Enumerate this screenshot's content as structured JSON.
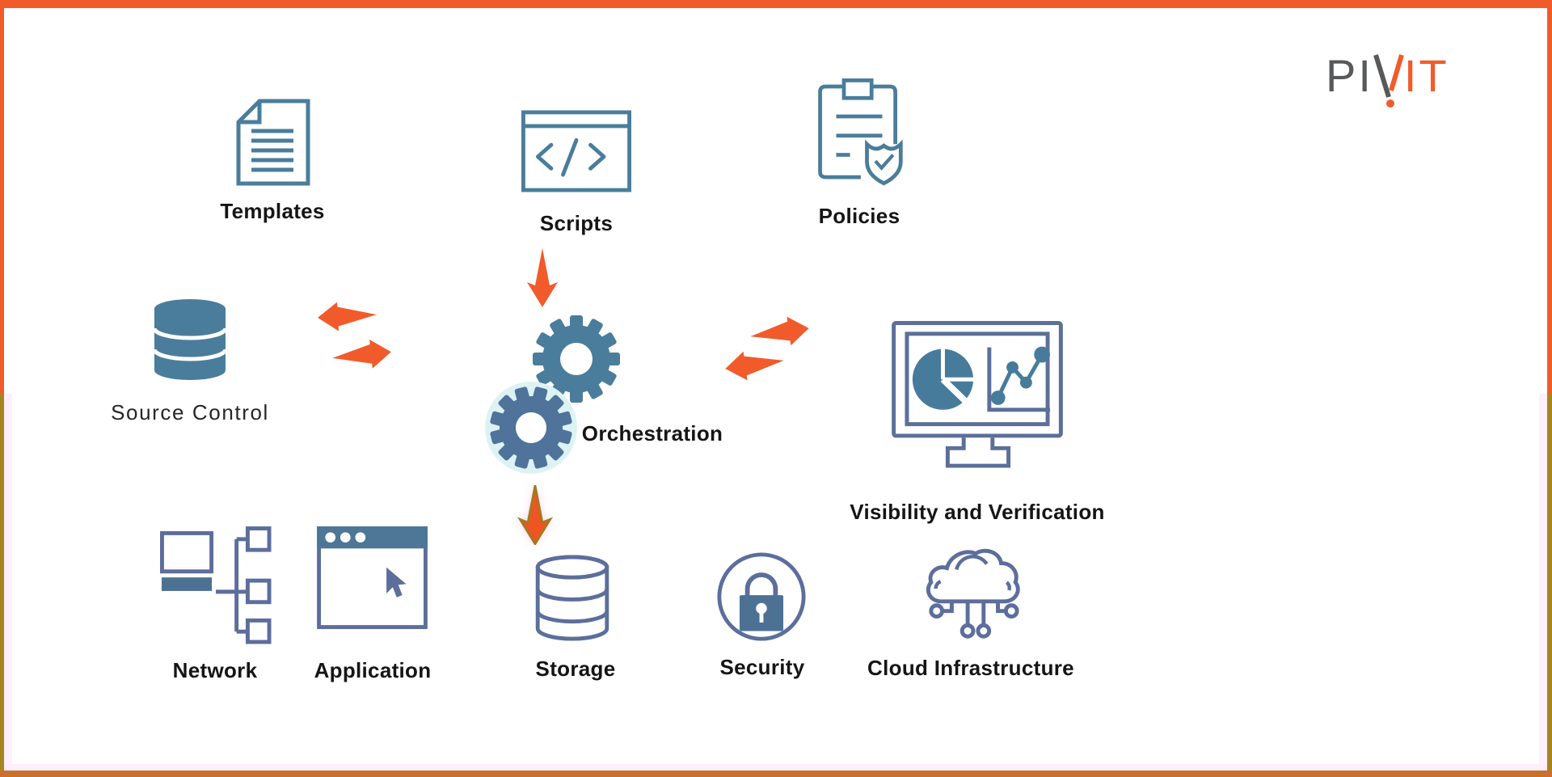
{
  "page": {
    "description": "Orchestration diagram connecting IT automation components"
  },
  "logo": {
    "name": "PIVIT",
    "part1": "PI",
    "part2": "IT",
    "gray": "#58595b",
    "orange": "#f15b2b"
  },
  "colors": {
    "frame_top": "#f15a29",
    "frame_side_lower": "#a6851f",
    "frame_bottom": "#c9702d",
    "icon_blue": "#4a7d9b",
    "icon_slate": "#5c6e9b",
    "arrow_orange": "#f15b2b",
    "label_dark": "#151515",
    "gear_halo": "#ddf3f3"
  },
  "nodes": [
    {
      "id": "templates",
      "label": "Templates",
      "icon": "document-icon"
    },
    {
      "id": "scripts",
      "label": "Scripts",
      "icon": "code-window-icon"
    },
    {
      "id": "policies",
      "label": "Policies",
      "icon": "clipboard-shield-icon"
    },
    {
      "id": "source-control",
      "label": "Source Control",
      "icon": "database-filled-icon"
    },
    {
      "id": "orchestration",
      "label": "Orchestration",
      "icon": "gears-icon"
    },
    {
      "id": "visibility",
      "label": "Visibility and Verification",
      "icon": "monitor-charts-icon"
    },
    {
      "id": "network",
      "label": "Network",
      "icon": "network-tree-icon"
    },
    {
      "id": "application",
      "label": "Application",
      "icon": "app-window-icon"
    },
    {
      "id": "storage",
      "label": "Storage",
      "icon": "database-outline-icon"
    },
    {
      "id": "security",
      "label": "Security",
      "icon": "lock-circle-icon"
    },
    {
      "id": "cloud",
      "label": "Cloud Infrastructure",
      "icon": "cloud-connect-icon"
    }
  ],
  "arrows": [
    {
      "from": "scripts",
      "to": "orchestration",
      "direction": "down"
    },
    {
      "from": "orchestration",
      "to": "source-control",
      "direction": "left"
    },
    {
      "from": "source-control",
      "to": "orchestration",
      "direction": "right"
    },
    {
      "from": "orchestration",
      "to": "visibility",
      "direction": "right"
    },
    {
      "from": "visibility",
      "to": "orchestration",
      "direction": "left"
    },
    {
      "from": "orchestration",
      "to": "storage",
      "direction": "down"
    }
  ]
}
